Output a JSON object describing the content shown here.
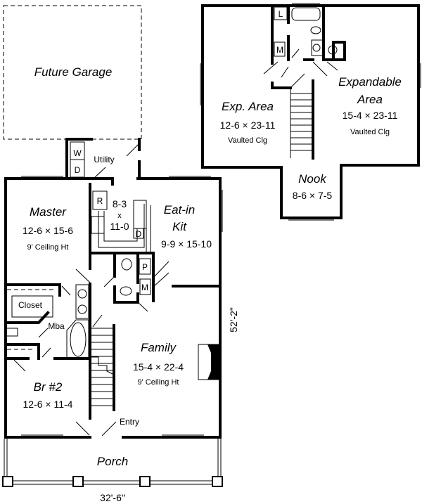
{
  "main_floor": {
    "future_garage": {
      "name": "Future Garage"
    },
    "utility": {
      "name": "Utility",
      "washer": "W",
      "dryer": "D"
    },
    "master": {
      "name": "Master",
      "size": "12-6 × 15-6",
      "note": "9' Ceiling Ht"
    },
    "kitchen_core": {
      "size_top": "8-3",
      "size_x": "x",
      "size_bottom": "11-0",
      "refrigerator": "R",
      "dishwasher": "D"
    },
    "eat_in_kit": {
      "name_line1": "Eat-in",
      "name_line2": "Kit",
      "size": "9-9 × 15-10"
    },
    "pantry": {
      "label": "P"
    },
    "mech": {
      "label": "M"
    },
    "closet": {
      "name": "Closet"
    },
    "mba": {
      "name": "Mba"
    },
    "family": {
      "name": "Family",
      "size": "15-4 × 22-4",
      "note": "9' Ceiling Ht"
    },
    "br2": {
      "name": "Br #2",
      "size": "12-6 × 11-4"
    },
    "entry": {
      "name": "Entry"
    },
    "porch": {
      "name": "Porch"
    },
    "width_dim": "32'-6\"",
    "depth_dim": "52'-2\""
  },
  "upper_floor": {
    "linen": {
      "label": "L"
    },
    "mech": {
      "label": "M"
    },
    "exp_area": {
      "name": "Exp. Area",
      "size": "12-6 × 23-11",
      "note": "Vaulted Clg"
    },
    "expandable_area": {
      "name_line1": "Expandable",
      "name_line2": "Area",
      "size": "15-4 × 23-11",
      "note": "Vaulted Clg"
    },
    "nook": {
      "name": "Nook",
      "size": "8-6 × 7-5"
    }
  }
}
